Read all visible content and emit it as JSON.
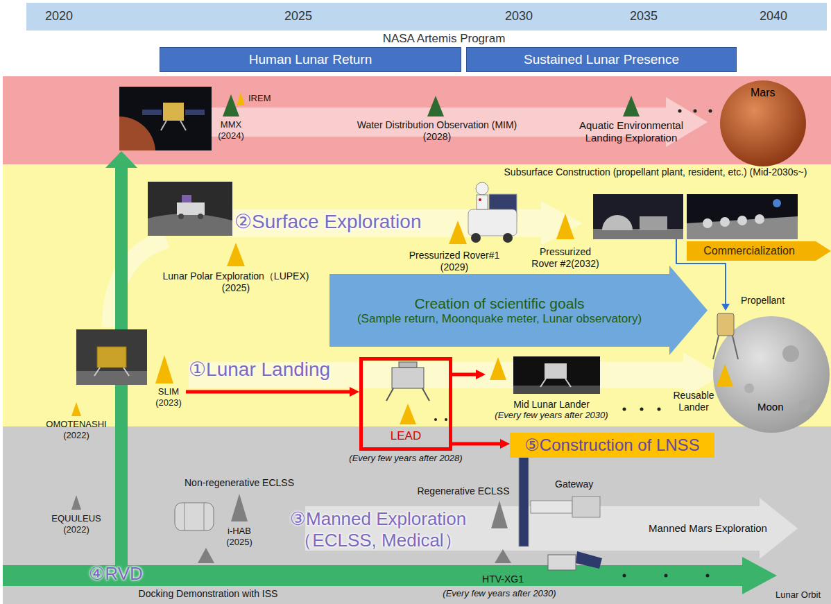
{
  "diagram": {
    "nodes": [
      {
        "text": [
          "2020",
          "2025",
          "2030",
          "2035",
          "2040"
        ]
      },
      {
        "text": [
          "Human Lunar Return"
        ]
      },
      {
        "text": [
          "Sustained Lunar Presence"
        ]
      },
      {
        "text": [
          "Creation of scientific goals",
          "(Sample return, Moonquake meter, Lunar observatory)"
        ]
      },
      {
        "text": [
          "SLIM (2023)"
        ]
      },
      {
        "text": [
          "LEAD",
          "(Every few years after 2028)"
        ]
      },
      {
        "text": [
          "Mid Lunar Lander",
          "(Every few years after 2030)"
        ]
      },
      {
        "text": [
          "⑤Construction of LNSS"
        ]
      },
      {
        "text": [
          "Commercialization"
        ]
      }
    ],
    "edges": [
      {
        "from": 4,
        "to": 5,
        "arrow": "to"
      },
      {
        "from": 5,
        "to": 6,
        "arrow": "to"
      },
      {
        "from": 5,
        "to": 7,
        "arrow": "to"
      }
    ],
    "labels": [
      "NASA Artemis Program",
      "MMX (2024)",
      "IREM",
      "Water Distribution Observation (MIM)(2028)",
      "Aquatic Environmental Landing Exploration",
      "Mars",
      "Subsurface Construction (propellant plant, resident, etc.) (Mid-2030s~)",
      "②Surface Exploration",
      "Lunar Polar Exploration（LUPEX) (2025)",
      "Pressurized Rover#1 (2029)",
      "Pressurized Rover #2(2032)",
      "①Lunar Landing",
      "OMOTENASHI (2022)",
      "Propellant",
      "Moon",
      "Reusable Lander",
      "Non-regenerative ECLSS",
      "i-HAB (2025)",
      "EQUULEUS (2022)",
      "③Manned Exploration（ECLSS, Medical）",
      "Regenerative ECLSS",
      "Gateway",
      "Manned Mars Exploration",
      "④RVD",
      "Docking Demonstration with ISS",
      "HTV-XG1",
      "(Every few years after 2030)",
      "Lunar Orbit"
    ]
  }
}
